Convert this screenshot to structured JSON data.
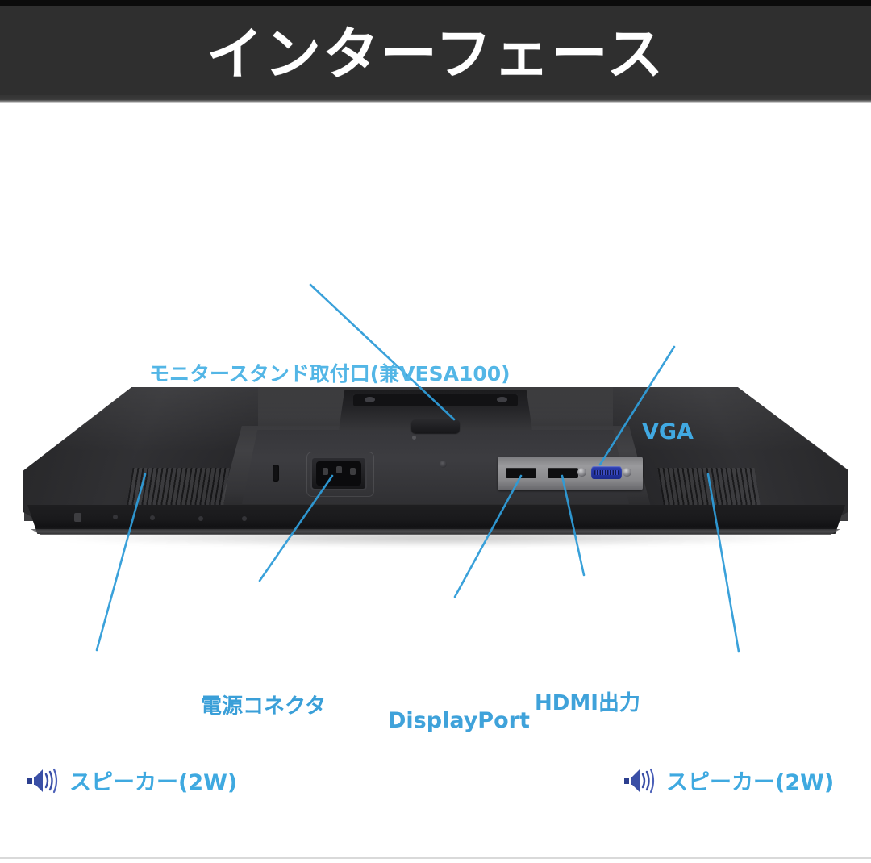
{
  "header": {
    "title": "インターフェース",
    "background_color": "#2f2f2f",
    "text_color": "#ffffff"
  },
  "product": {
    "description_alt": "モニター背面（底面）ビュー",
    "body_color": "#2d2d2f",
    "io_plate_color": "#8d8d90",
    "vga_connector_color": "#2d3fb5"
  },
  "callouts": {
    "accent_color": "#3fa9e0",
    "leader_color": "#2f9cd8",
    "items": [
      {
        "id": "vesa",
        "label": "モニタースタンド取付口(兼VESA100)"
      },
      {
        "id": "vga",
        "label": "VGA"
      },
      {
        "id": "power",
        "label": "電源コネクタ"
      },
      {
        "id": "displayport",
        "label": "DisplayPort"
      },
      {
        "id": "hdmi",
        "label": "HDMI出力"
      },
      {
        "id": "speaker-left",
        "label": "スピーカー(2W)",
        "icon": "speaker-icon"
      },
      {
        "id": "speaker-right",
        "label": "スピーカー(2W)",
        "icon": "speaker-icon"
      }
    ]
  }
}
